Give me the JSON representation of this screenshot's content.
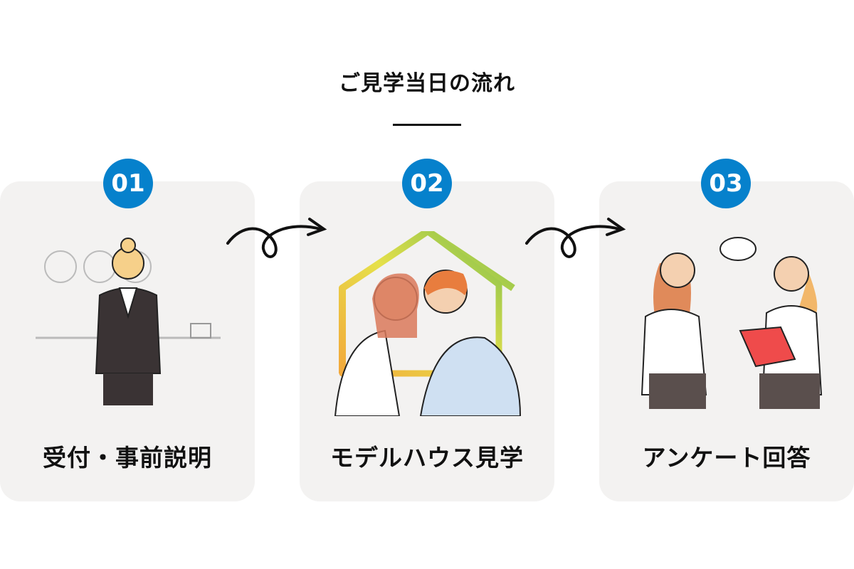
{
  "heading": "ご見学当日の流れ",
  "steps": [
    {
      "number": "01",
      "label": "受付・事前説明",
      "illustration": "receptionist"
    },
    {
      "number": "02",
      "label": "モデルハウス見学",
      "illustration": "couple-house-frame"
    },
    {
      "number": "03",
      "label": "アンケート回答",
      "illustration": "survey-clipboard"
    }
  ],
  "colors": {
    "badge": "#0681cc",
    "card": "#f3f2f1"
  }
}
